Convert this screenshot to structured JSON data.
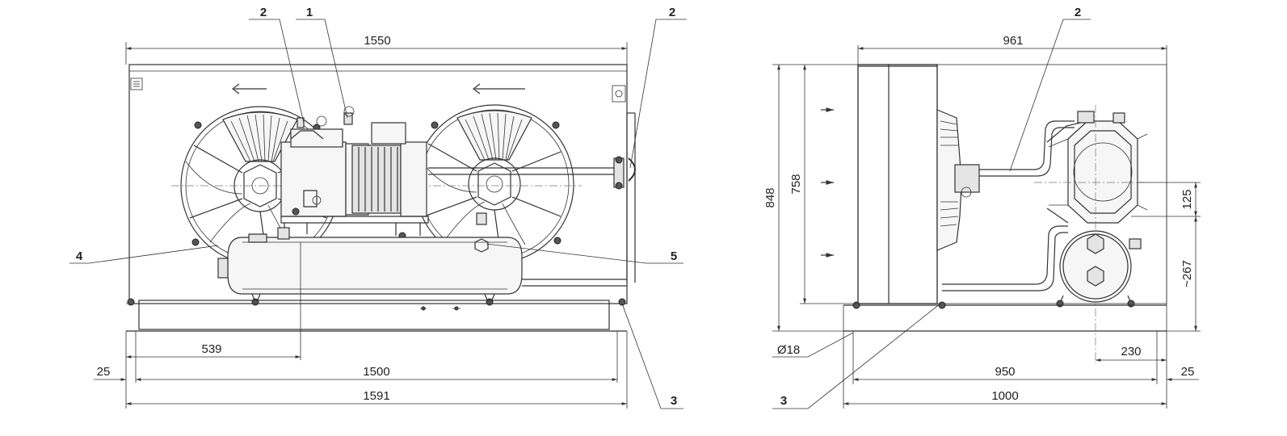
{
  "dimensions": {
    "front_overall_top": "1550",
    "front_pos_539": "539",
    "front_margin_25": "25",
    "front_1500": "1500",
    "front_overall_bottom": "1591",
    "side_961": "961",
    "side_848": "848",
    "side_758": "758",
    "side_125": "125",
    "side_267": "~267",
    "side_230": "230",
    "side_diameter": "Ø18",
    "side_950": "950",
    "side_margin_25": "25",
    "side_1000": "1000"
  },
  "callouts": {
    "c1": "1",
    "c2a": "2",
    "c2b": "2",
    "c2c": "2",
    "c3a": "3",
    "c3b": "3",
    "c4": "4",
    "c5": "5"
  },
  "colors": {
    "line": "#333333",
    "background": "#ffffff"
  }
}
